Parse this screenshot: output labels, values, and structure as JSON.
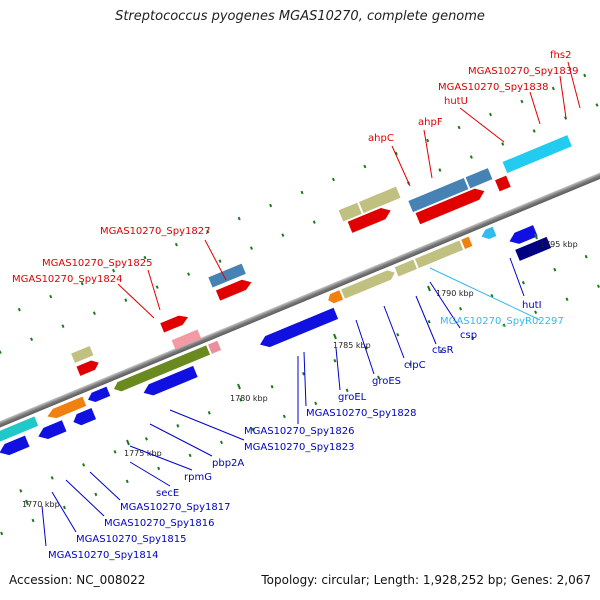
{
  "title": "Streptococcus pyogenes MGAS10270, complete genome",
  "footer": {
    "accession": "Accession: NC_008022",
    "summary": "Topology: circular; Length: 1,928,252 bp; Genes: 2,067"
  },
  "colors": {
    "top_strand_label": "#e00000",
    "bottom_strand_label": "#0000cc",
    "rna_label": "#33bbee",
    "backbone": "#8a8a8a",
    "tick": "#1a7a1a"
  },
  "ticks": [
    {
      "label": "1770 kbp"
    },
    {
      "label": "1775 kbp"
    },
    {
      "label": "1780 kbp"
    },
    {
      "label": "1785 kbp"
    },
    {
      "label": "1790 kbp"
    },
    {
      "label": "1795 kbp"
    }
  ],
  "labels_top": [
    {
      "text": "MGAS10270_Spy1824"
    },
    {
      "text": "MGAS10270_Spy1825"
    },
    {
      "text": "MGAS10270_Spy1827"
    },
    {
      "text": "ahpC"
    },
    {
      "text": "ahpF"
    },
    {
      "text": "hutU"
    },
    {
      "text": "MGAS10270_Spy1838"
    },
    {
      "text": "MGAS10270_Spy1839"
    },
    {
      "text": "fhs2"
    }
  ],
  "labels_bottom": [
    {
      "text": "MGAS10270_Spy1814"
    },
    {
      "text": "MGAS10270_Spy1815"
    },
    {
      "text": "MGAS10270_Spy1816"
    },
    {
      "text": "MGAS10270_Spy1817"
    },
    {
      "text": "secE"
    },
    {
      "text": "rpmG"
    },
    {
      "text": "pbp2A"
    },
    {
      "text": "MGAS10270_Spy1823"
    },
    {
      "text": "MGAS10270_Spy1826"
    },
    {
      "text": "MGAS10270_Spy1828"
    },
    {
      "text": "groEL"
    },
    {
      "text": "groES"
    },
    {
      "text": "clpC"
    },
    {
      "text": "ctsR"
    },
    {
      "text": "csp"
    },
    {
      "text": "MGAS10270_SpyR02297"
    },
    {
      "text": "hutI"
    }
  ]
}
